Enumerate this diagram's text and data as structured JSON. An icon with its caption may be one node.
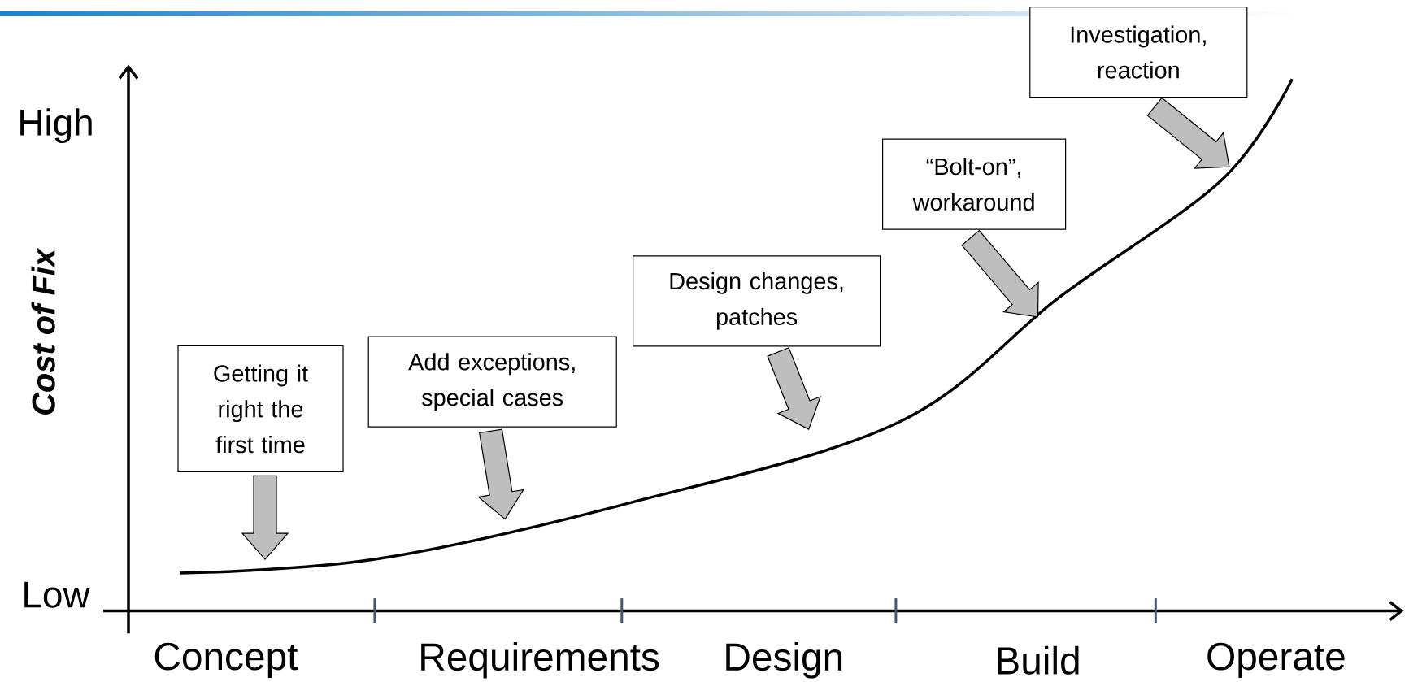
{
  "diagram": {
    "nodes": [
      {
        "text": [
          "Getting it right the first time"
        ]
      },
      {
        "text": [
          "Add exceptions, special cases"
        ]
      },
      {
        "text": [
          "Design changes, patches"
        ]
      },
      {
        "text": [
          "“Bolt-on”, workaround"
        ]
      },
      {
        "text": [
          "Investigation, reaction"
        ]
      }
    ],
    "edges": [
      {
        "from": 0,
        "to": null,
        "arrow": "to"
      },
      {
        "from": 1,
        "to": null,
        "arrow": "to"
      },
      {
        "from": 2,
        "to": null,
        "arrow": "to"
      },
      {
        "from": 3,
        "to": null,
        "arrow": "to"
      },
      {
        "from": 4,
        "to": null,
        "arrow": "to"
      }
    ],
    "labels": [
      "High",
      "Cost of Fix",
      "Low",
      "Concept",
      "Requirements",
      "Design",
      "Build",
      "Operate"
    ]
  }
}
